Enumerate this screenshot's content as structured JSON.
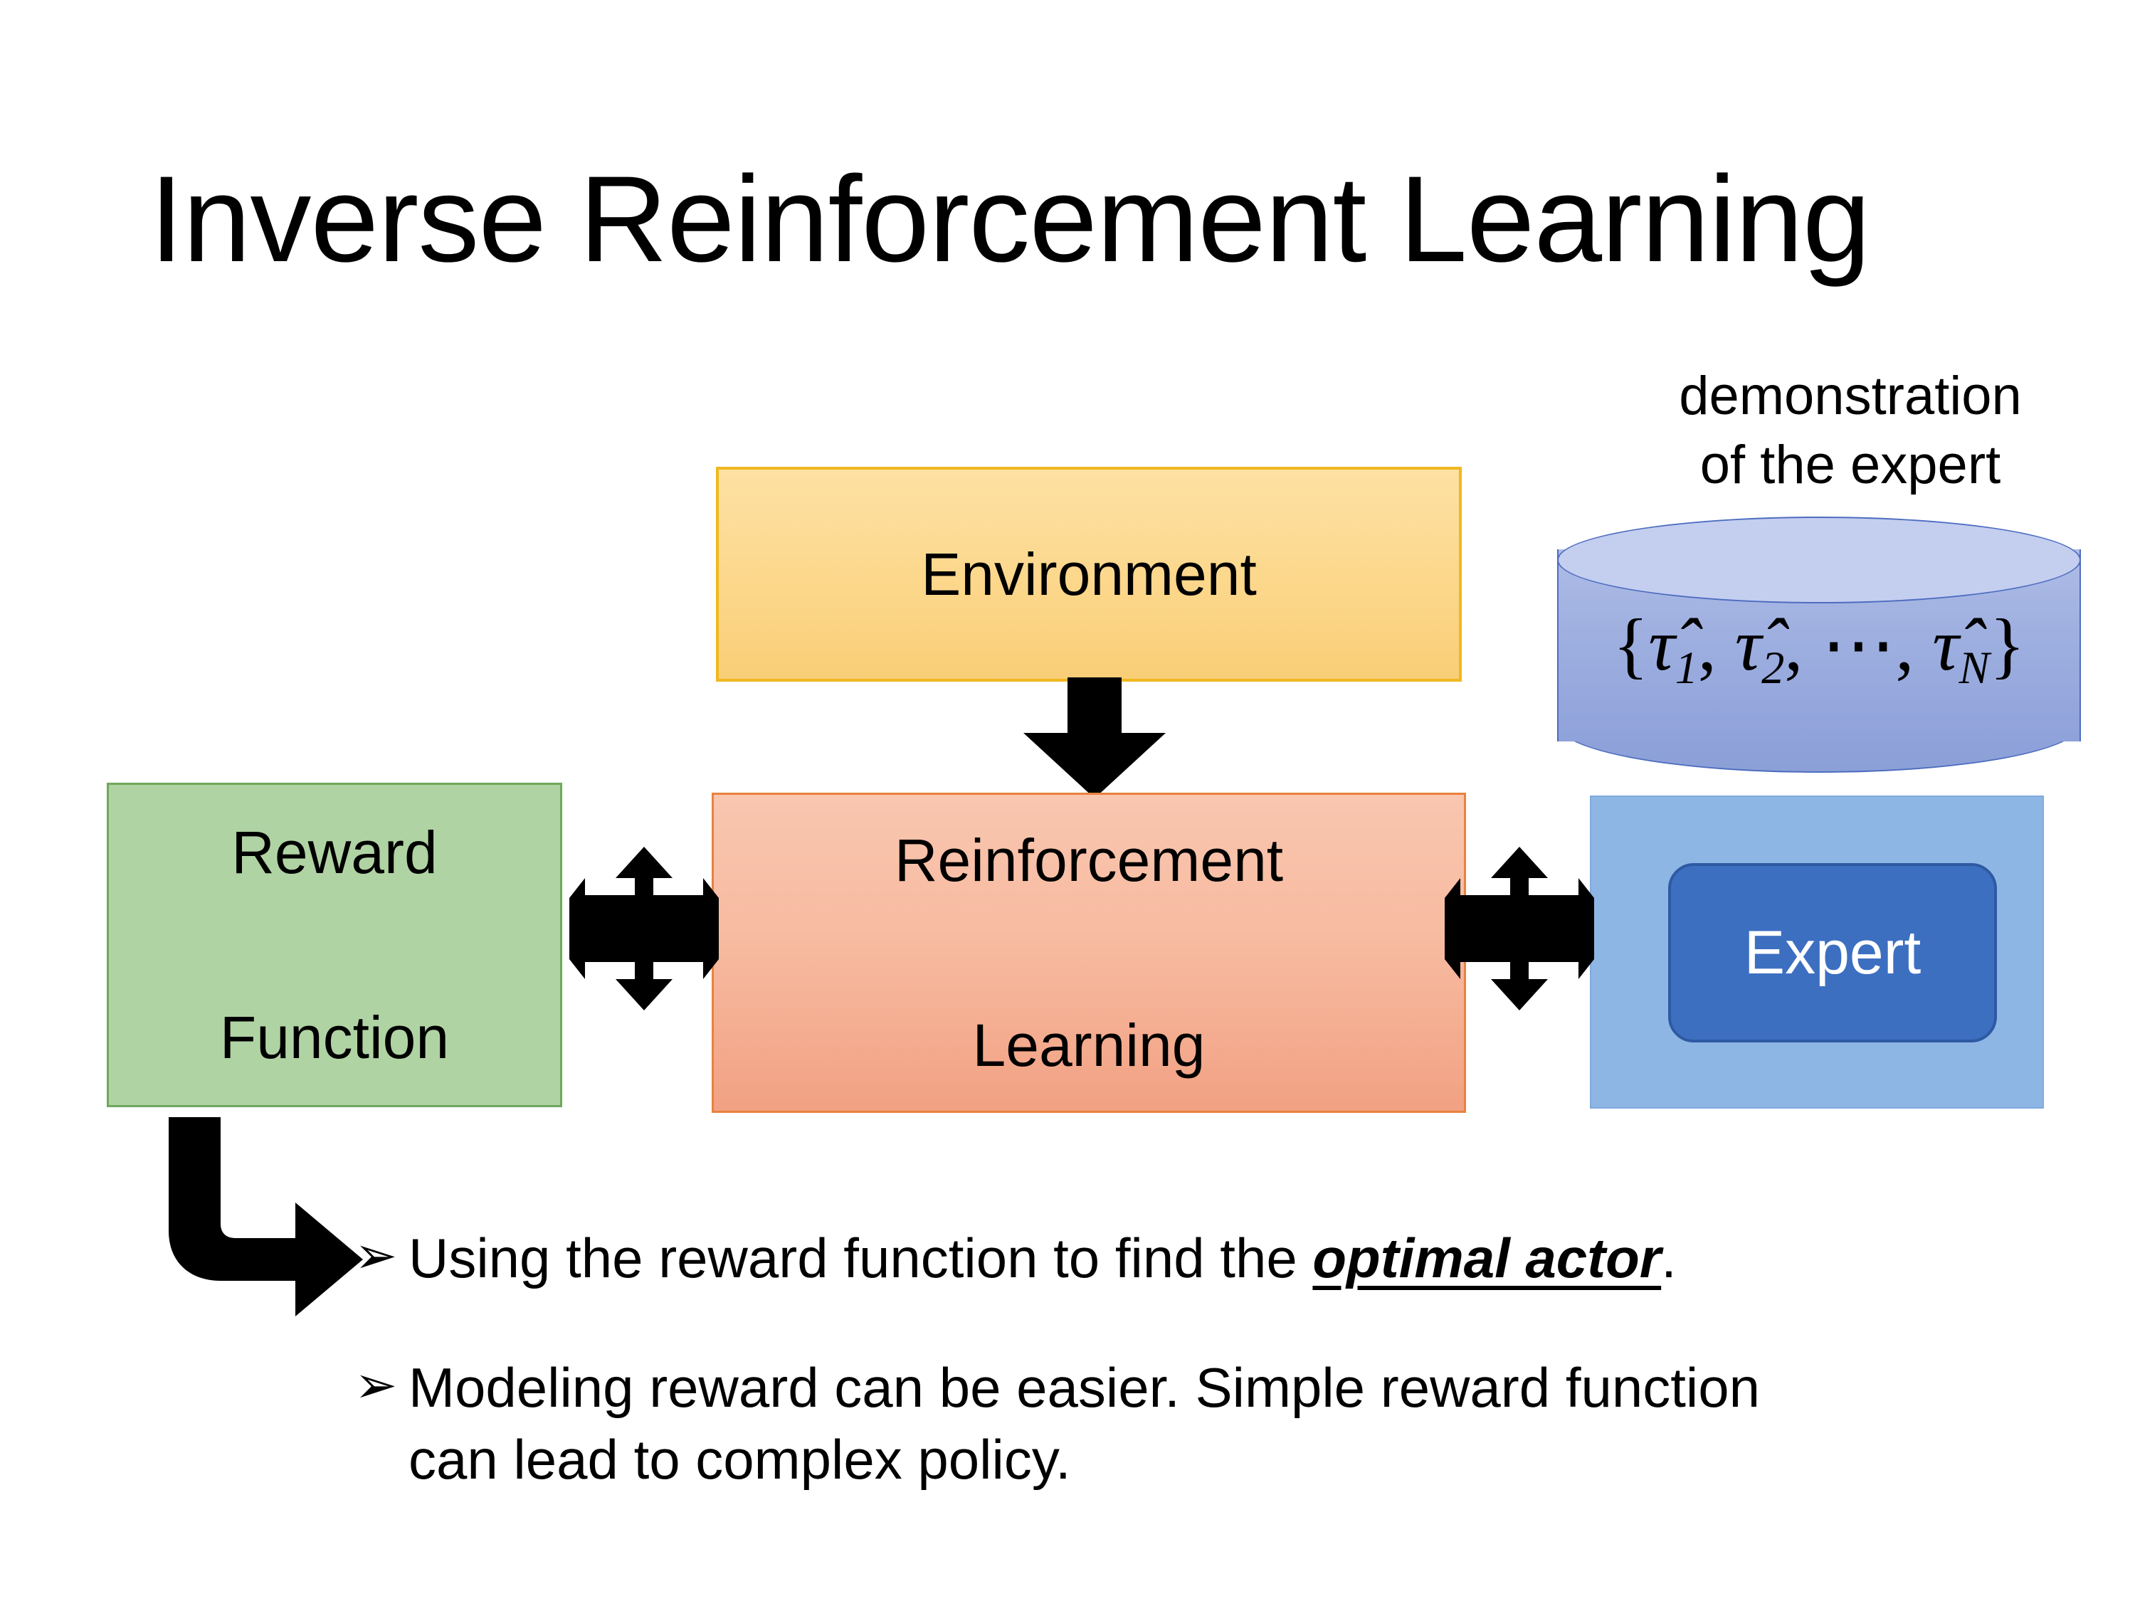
{
  "slide": {
    "title": "Inverse Reinforcement Learning",
    "background_color": "#FFFFFF"
  },
  "diagram": {
    "environment": {
      "label": "Environment",
      "fill_color": "#FCD78B",
      "border_color": "#F0B81F"
    },
    "reinforcement_learning": {
      "label_line1": "Reinforcement",
      "label_line2": "Learning",
      "fill_color": "#F7BBA1",
      "border_color": "#E8823E"
    },
    "reward_function": {
      "label_line1": "Reward",
      "label_line2": "Function",
      "fill_color": "#B0D3A3",
      "border_color": "#6FA85C"
    },
    "expert_group": {
      "caption_line1": "demonstration",
      "caption_line2": "of the expert",
      "container_fill": "#8EB6E4",
      "cylinder_fill": "#9EAFE0",
      "cylinder_border": "#4E6DC0",
      "trajectory_set": "{τ̂1, τ̂2, ⋯ , τ̂N}",
      "trajectory_open": "{",
      "trajectory_tau": "τ̂",
      "trajectory_sub1": "1",
      "trajectory_sub2": "2",
      "trajectory_ellipsis": "⋯",
      "trajectory_subN": "N",
      "trajectory_close": "}",
      "expert_label": "Expert",
      "expert_fill": "#3D6FC1",
      "expert_border": "#2E5AA3",
      "expert_text_color": "#FFFFFF"
    },
    "connectors": [
      {
        "name": "environment-to-rl",
        "type": "down-arrow",
        "color": "#000000"
      },
      {
        "name": "reward-rl-bidirectional",
        "type": "quad-arrow",
        "color": "#000000"
      },
      {
        "name": "rl-expert-bidirectional",
        "type": "quad-arrow",
        "color": "#000000"
      },
      {
        "name": "reward-to-bullets",
        "type": "bent-arrow",
        "color": "#000000"
      }
    ]
  },
  "bullets": [
    {
      "marker": "➢",
      "text_before": "Using the reward function to find the ",
      "emphasis": "optimal actor",
      "text_after": "."
    },
    {
      "marker": "➢",
      "text_before": "Modeling reward can be easier. Simple reward function can lead to complex policy.",
      "emphasis": "",
      "text_after": ""
    }
  ]
}
